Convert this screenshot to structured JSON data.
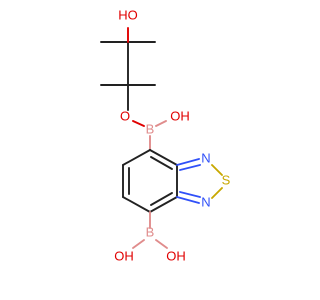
{
  "colors": {
    "bond": "#222222",
    "oxygen": "#E00000",
    "boron": "#E08C8C",
    "nitrogen": "#3050F8",
    "sulfur": "#C8A800"
  },
  "atoms": {
    "ho_top": "HO",
    "o_ester": "O",
    "b_upper": "B",
    "oh_upper": "OH",
    "n_upper": "N",
    "s_ring": "S",
    "n_lower": "N",
    "b_lower": "B",
    "oh_lower_left": "OH",
    "oh_lower_right": "OH"
  }
}
